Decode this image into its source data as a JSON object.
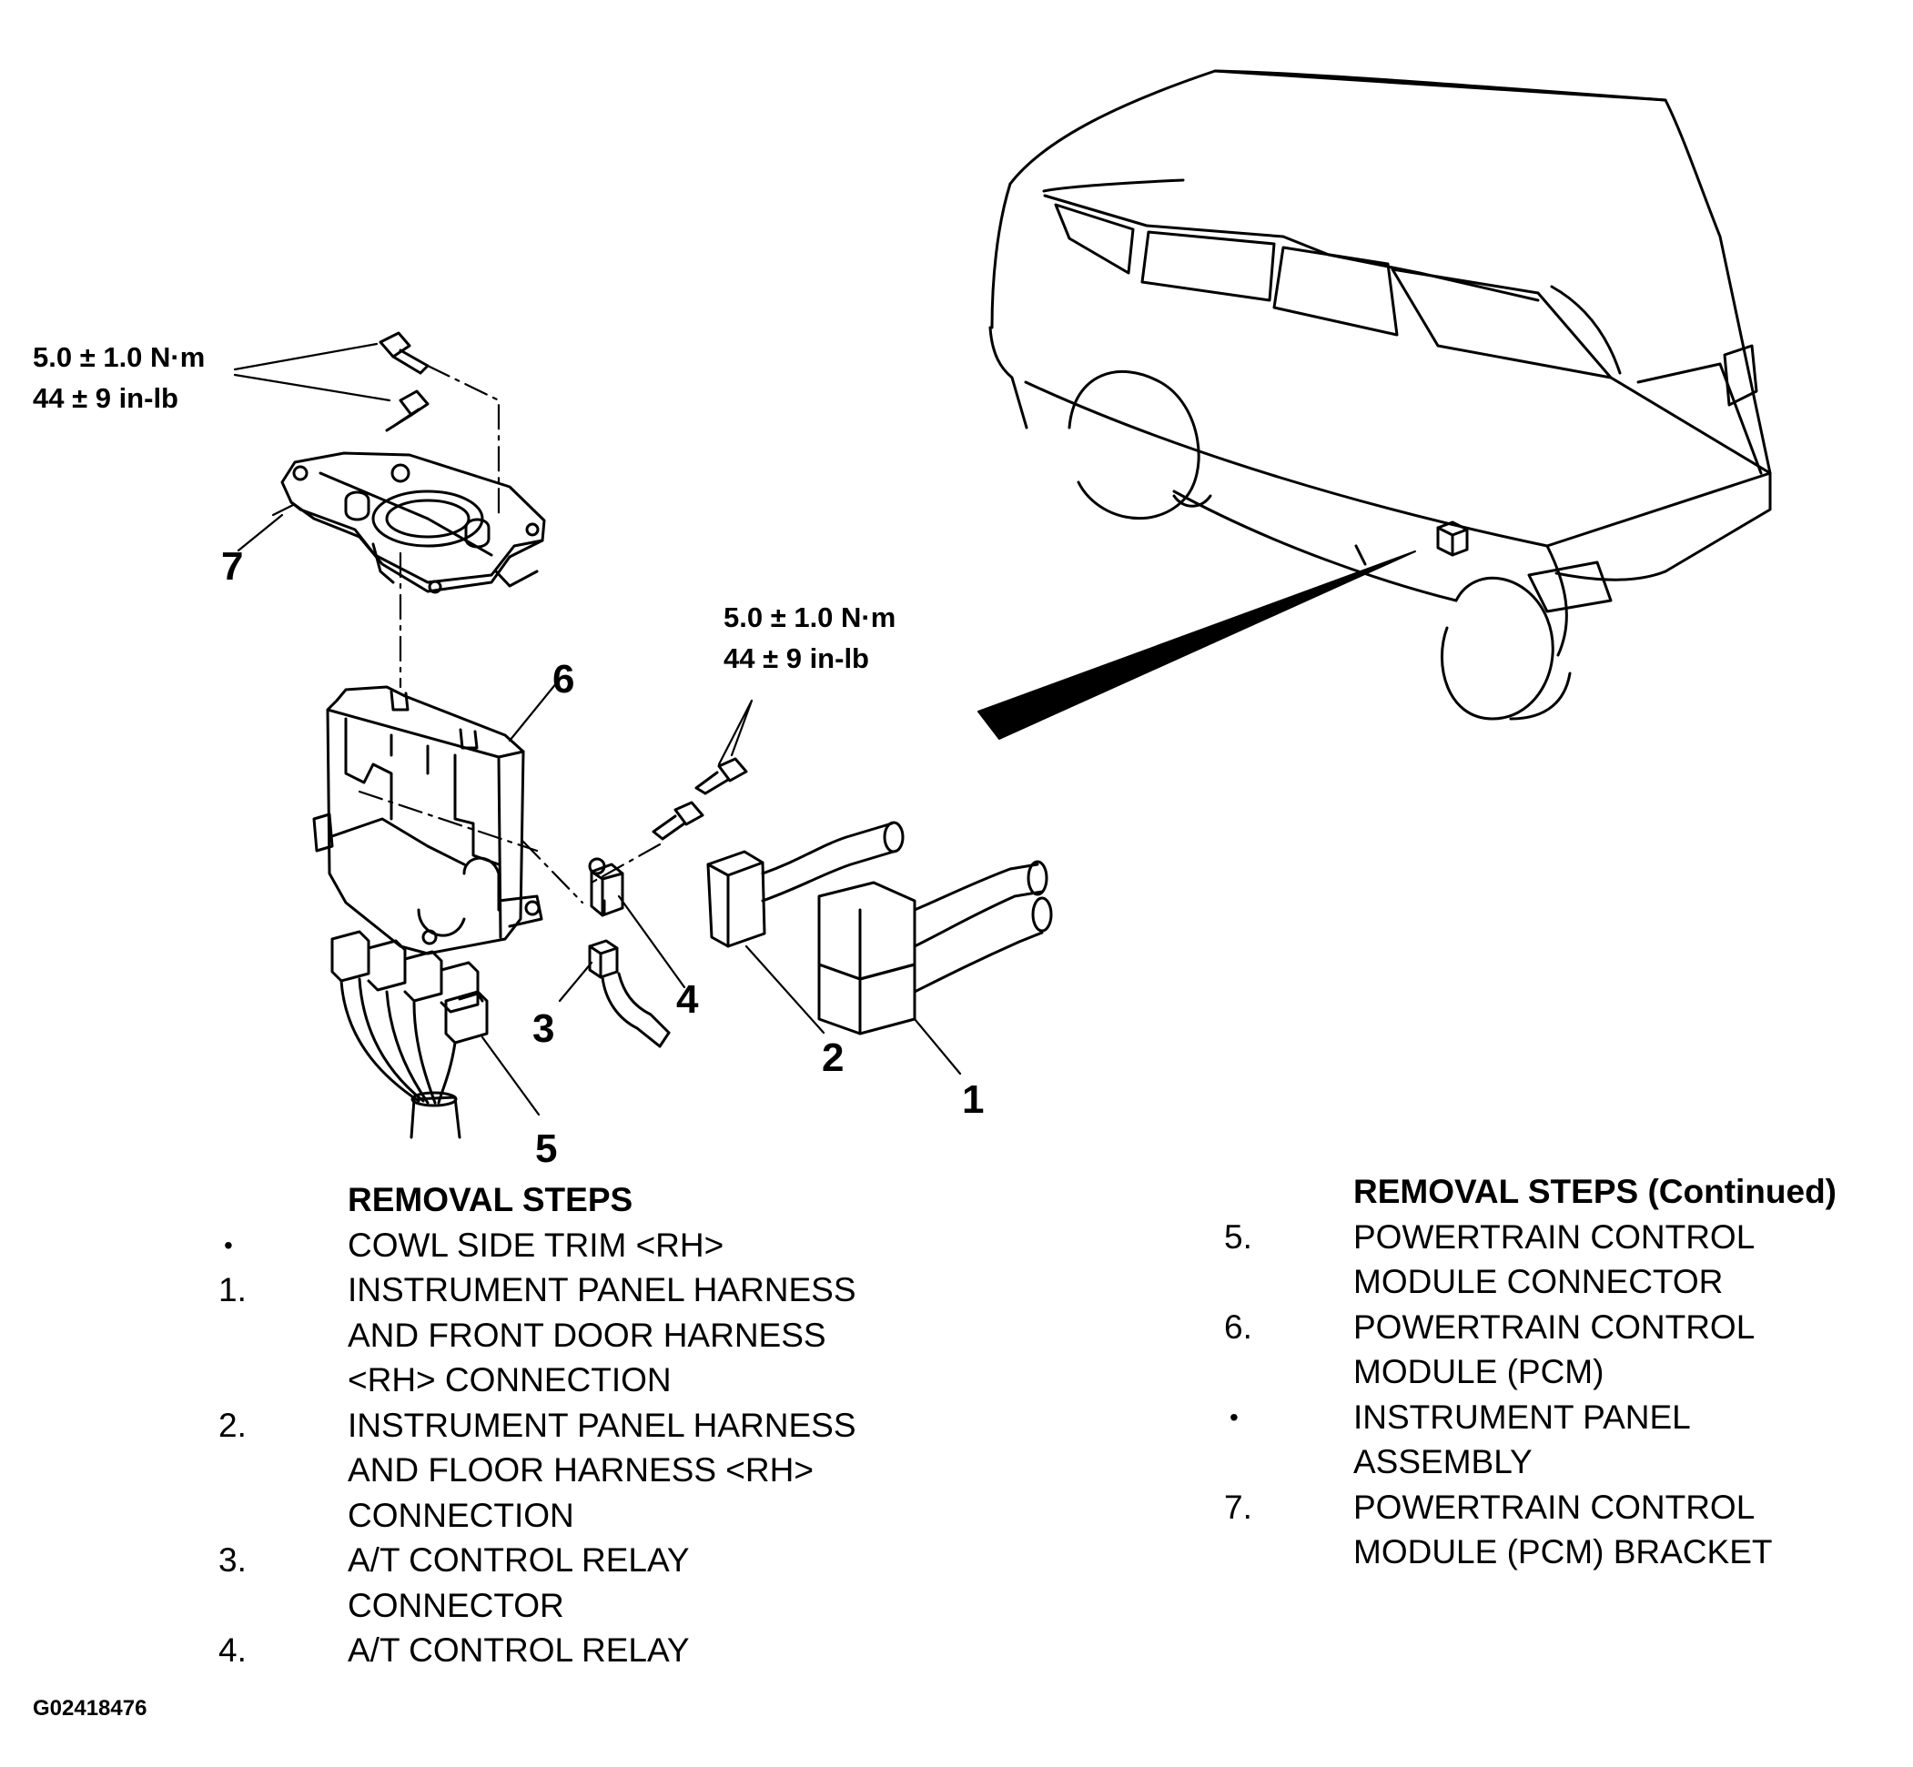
{
  "torque_specs": [
    {
      "nm": "5.0 ± 1.0 N·m",
      "inlb": "44 ± 9 in-lb"
    },
    {
      "nm": "5.0 ± 1.0 N·m",
      "inlb": "44 ± 9 in-lb"
    }
  ],
  "callouts": [
    "1",
    "2",
    "3",
    "4",
    "5",
    "6",
    "7"
  ],
  "removal_steps": {
    "heading": "REMOVAL STEPS",
    "items": [
      {
        "marker": "•",
        "lines": [
          "COWL SIDE TRIM <RH>"
        ]
      },
      {
        "marker": "1.",
        "lines": [
          "INSTRUMENT PANEL HARNESS",
          "AND FRONT DOOR HARNESS",
          "<RH> CONNECTION"
        ]
      },
      {
        "marker": "2.",
        "lines": [
          "INSTRUMENT PANEL HARNESS",
          "AND FLOOR HARNESS <RH>",
          "CONNECTION"
        ]
      },
      {
        "marker": "3.",
        "lines": [
          "A/T CONTROL RELAY",
          "CONNECTOR"
        ]
      },
      {
        "marker": "4.",
        "lines": [
          "A/T CONTROL RELAY"
        ]
      }
    ]
  },
  "removal_steps_continued": {
    "heading": "REMOVAL STEPS (Continued)",
    "items": [
      {
        "marker": "5.",
        "lines": [
          "POWERTRAIN CONTROL",
          "MODULE CONNECTOR"
        ]
      },
      {
        "marker": "6.",
        "lines": [
          "POWERTRAIN CONTROL",
          "MODULE (PCM)"
        ]
      },
      {
        "marker": "•",
        "lines": [
          "INSTRUMENT PANEL",
          "ASSEMBLY"
        ]
      },
      {
        "marker": "7.",
        "lines": [
          "POWERTRAIN CONTROL",
          "MODULE (PCM) BRACKET"
        ]
      }
    ]
  },
  "figure_id": "G02418476"
}
